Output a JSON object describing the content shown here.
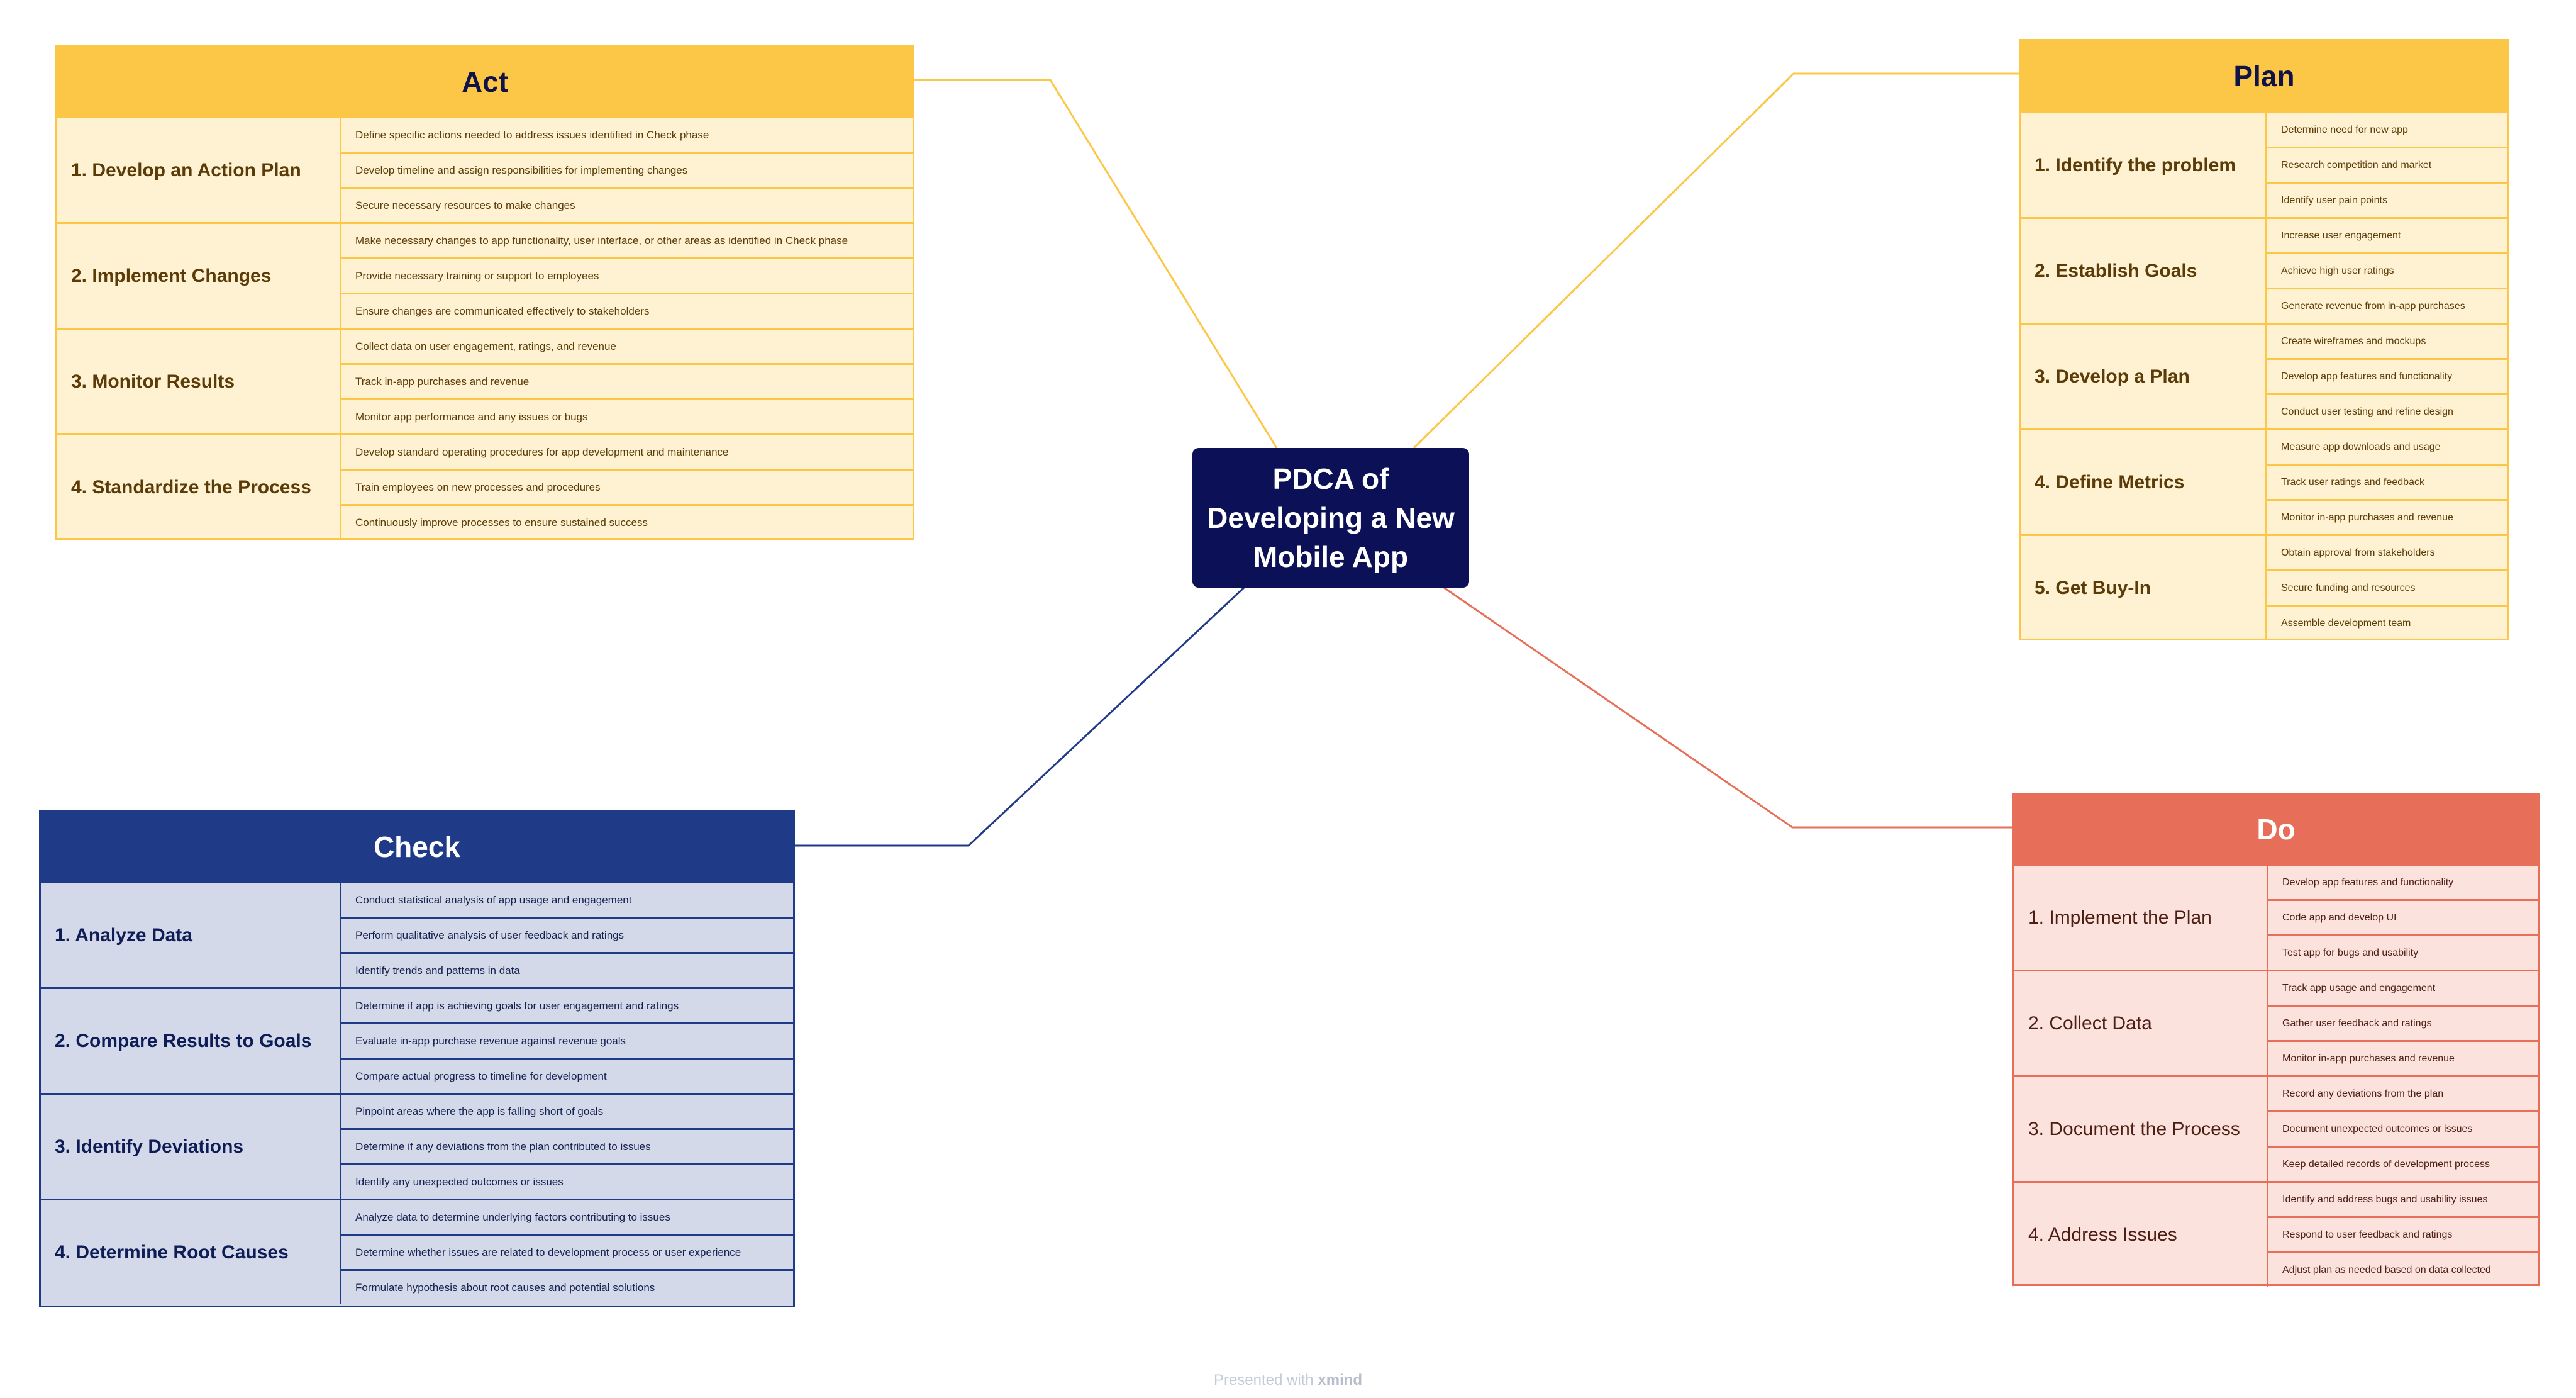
{
  "center": {
    "title": "PDCA of Developing a New Mobile App"
  },
  "colors": {
    "center": "#0c1057",
    "act_plan": "#fcc746",
    "check": "#1f3a87",
    "do": "#e76f5a"
  },
  "act": {
    "title": "Act",
    "groups": [
      {
        "title": "1. Develop an Action Plan",
        "items": [
          "Define specific actions needed to address issues identified in Check phase",
          "Develop timeline and assign responsibilities for implementing changes",
          "Secure necessary resources to make changes"
        ]
      },
      {
        "title": "2. Implement Changes",
        "items": [
          "Make necessary changes to app functionality, user interface, or other areas as identified in Check phase",
          "Provide necessary training or support to employees",
          "Ensure changes are communicated effectively to stakeholders"
        ]
      },
      {
        "title": "3. Monitor Results",
        "items": [
          "Collect data on user engagement, ratings, and revenue",
          "Track in-app purchases and revenue",
          "Monitor app performance and any issues or bugs"
        ]
      },
      {
        "title": "4. Standardize the Process",
        "items": [
          "Develop standard operating procedures for app development and maintenance",
          "Train employees on new processes and procedures",
          "Continuously improve processes to ensure sustained success"
        ]
      }
    ]
  },
  "plan": {
    "title": "Plan",
    "groups": [
      {
        "title": "1. Identify the problem",
        "items": [
          "Determine need for new app",
          "Research competition and market",
          "Identify user pain points"
        ]
      },
      {
        "title": "2. Establish Goals",
        "items": [
          "Increase user engagement",
          "Achieve high user ratings",
          "Generate revenue from in-app purchases"
        ]
      },
      {
        "title": "3. Develop a Plan",
        "items": [
          "Create wireframes and mockups",
          "Develop app features and functionality",
          "Conduct user testing and refine design"
        ]
      },
      {
        "title": "4. Define Metrics",
        "items": [
          "Measure app downloads and usage",
          "Track user ratings and feedback",
          "Monitor in-app purchases and revenue"
        ]
      },
      {
        "title": "5. Get Buy-In",
        "items": [
          "Obtain approval from stakeholders",
          "Secure funding and resources",
          "Assemble development team"
        ]
      }
    ]
  },
  "check": {
    "title": "Check",
    "groups": [
      {
        "title": "1. Analyze Data",
        "items": [
          "Conduct statistical analysis of app usage and engagement",
          "Perform qualitative analysis of user feedback and ratings",
          "Identify trends and patterns in data"
        ]
      },
      {
        "title": "2. Compare Results to Goals",
        "items": [
          "Determine if app is achieving goals for user engagement and ratings",
          "Evaluate in-app purchase revenue against revenue goals",
          "Compare actual progress to timeline for development"
        ]
      },
      {
        "title": "3. Identify Deviations",
        "items": [
          "Pinpoint areas where the app is falling short of goals",
          "Determine if any deviations from the plan contributed to issues",
          "Identify any unexpected outcomes or issues"
        ]
      },
      {
        "title": "4. Determine Root Causes",
        "items": [
          "Analyze data to determine underlying factors contributing to issues",
          "Determine whether issues are related to development process or user experience",
          "Formulate hypothesis about root causes and potential solutions"
        ]
      }
    ]
  },
  "do": {
    "title": "Do",
    "groups": [
      {
        "title": "1. Implement the Plan",
        "items": [
          "Develop app features and functionality",
          "Code app and develop UI",
          "Test app for bugs and usability"
        ]
      },
      {
        "title": "2. Collect Data",
        "items": [
          "Track app usage and engagement",
          "Gather user feedback and ratings",
          "Monitor in-app purchases and revenue"
        ]
      },
      {
        "title": "3. Document the Process",
        "items": [
          "Record any deviations from the plan",
          "Document unexpected outcomes or issues",
          "Keep detailed records of development process"
        ]
      },
      {
        "title": "4. Address Issues",
        "items": [
          "Identify and address bugs and usability issues",
          "Respond to user feedback and ratings",
          "Adjust plan as needed based on data collected"
        ]
      }
    ]
  },
  "footer": {
    "prefix": "Presented with",
    "brand": "xmind"
  }
}
